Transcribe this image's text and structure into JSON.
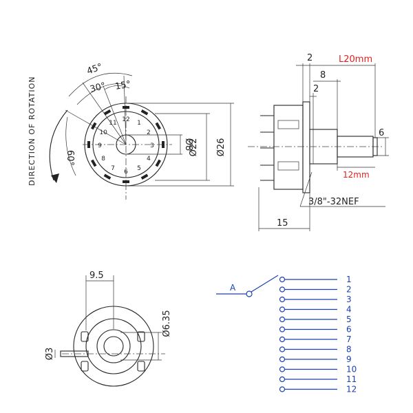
{
  "front_view": {
    "rotation_label": "DIRECTION OF ROTATION",
    "angles": [
      "45°",
      "30°",
      "15°",
      "60°"
    ],
    "dims": {
      "inner_dia": "Ø8",
      "mid_dia": "Ø22",
      "outer_dia": "Ø26"
    },
    "contact_numbers": [
      "1",
      "2",
      "3",
      "4",
      "5",
      "6",
      "7",
      "8",
      "9",
      "10",
      "11",
      "12"
    ]
  },
  "side_view": {
    "dims": {
      "top_offset": "2",
      "length": "L20mm",
      "shaft_step": "8",
      "small": "2",
      "shaft_dia": "6",
      "thread_len": "12mm",
      "thread": "3/8\"-32NEF",
      "body_len": "15"
    }
  },
  "rear_view": {
    "dims": {
      "width": "9.5",
      "bore": "Ø6.35",
      "pin": "Ø3"
    }
  },
  "schematic": {
    "common_label": "A",
    "positions": [
      "1",
      "2",
      "3",
      "4",
      "5",
      "6",
      "7",
      "8",
      "9",
      "10",
      "11",
      "12"
    ]
  }
}
